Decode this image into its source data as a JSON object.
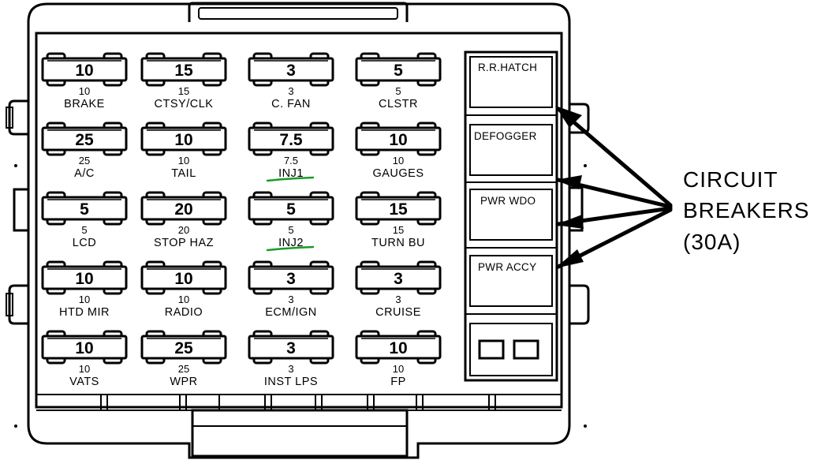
{
  "fuses": [
    [
      {
        "rating": "10",
        "rating_small": "10",
        "label": "BRAKE"
      },
      {
        "rating": "15",
        "rating_small": "15",
        "label": "CTSY/CLK"
      },
      {
        "rating": "3",
        "rating_small": "3",
        "label": "C. FAN"
      },
      {
        "rating": "5",
        "rating_small": "5",
        "label": "CLSTR"
      }
    ],
    [
      {
        "rating": "25",
        "rating_small": "25",
        "label": "A/C"
      },
      {
        "rating": "10",
        "rating_small": "10",
        "label": "TAIL"
      },
      {
        "rating": "7.5",
        "rating_small": "7.5",
        "label": "INJ1",
        "highlight": true
      },
      {
        "rating": "10",
        "rating_small": "10",
        "label": "GAUGES"
      }
    ],
    [
      {
        "rating": "5",
        "rating_small": "5",
        "label": "LCD"
      },
      {
        "rating": "20",
        "rating_small": "20",
        "label": "STOP HAZ"
      },
      {
        "rating": "5",
        "rating_small": "5",
        "label": "INJ2",
        "highlight": true
      },
      {
        "rating": "15",
        "rating_small": "15",
        "label": "TURN BU"
      }
    ],
    [
      {
        "rating": "10",
        "rating_small": "10",
        "label": "HTD MIR"
      },
      {
        "rating": "10",
        "rating_small": "10",
        "label": "RADIO"
      },
      {
        "rating": "3",
        "rating_small": "3",
        "label": "ECM/IGN"
      },
      {
        "rating": "3",
        "rating_small": "3",
        "label": "CRUISE"
      }
    ],
    [
      {
        "rating": "10",
        "rating_small": "10",
        "label": "VATS"
      },
      {
        "rating": "25",
        "rating_small": "25",
        "label": "WPR"
      },
      {
        "rating": "3",
        "rating_small": "3",
        "label": "INST LPS"
      },
      {
        "rating": "10",
        "rating_small": "10",
        "label": "FP"
      }
    ]
  ],
  "circuit_breakers": [
    "R.R.HATCH",
    "DEFOGGER",
    "PWR WDO",
    "PWR ACCY"
  ],
  "callout": {
    "line1": "CIRCUIT",
    "line2": "BREAKERS",
    "line3": "(30A)"
  },
  "colors": {
    "annotation": "#1a9a2a",
    "line": "#000000",
    "background": "#ffffff"
  }
}
